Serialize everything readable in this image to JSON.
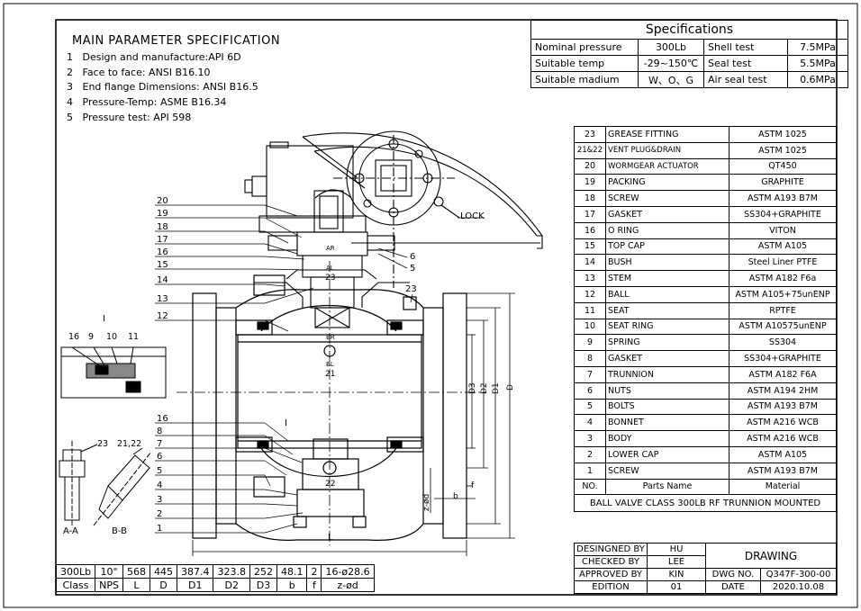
{
  "main_params": {
    "title": "MAIN PARAMETER SPECIFICATION",
    "items": [
      {
        "num": "1",
        "text": "Design and manufacture:API 6D"
      },
      {
        "num": "2",
        "text": "Face to face: ANSI B16.10"
      },
      {
        "num": "3",
        "text": "End flange Dimensions: ANSI B16.5"
      },
      {
        "num": "4",
        "text": "Pressure-Temp: ASME B16.34"
      },
      {
        "num": "5",
        "text": "Pressure test: API 598"
      }
    ]
  },
  "specifications": {
    "title": "Specifications",
    "rows": [
      [
        "Nominal pressure",
        "300Lb",
        "Shell test",
        "7.5MPa"
      ],
      [
        "Suitable temp",
        "-29~150℃",
        "Seal test",
        "5.5MPa"
      ],
      [
        "Suitable madium",
        "W、O、G",
        "Air seal test",
        "0.6MPa"
      ]
    ]
  },
  "parts": [
    {
      "no": "23",
      "name": "GREASE FITTING",
      "material": "ASTM 1025"
    },
    {
      "no": "21&22",
      "name": "VENT PLUG&DRAIN",
      "material": "ASTM 1025"
    },
    {
      "no": "20",
      "name": "WORMGEAR ACTUATOR",
      "material": "QT450"
    },
    {
      "no": "19",
      "name": "PACKING",
      "material": "GRAPHITE"
    },
    {
      "no": "18",
      "name": "SCREW",
      "material": "ASTM A193 B7M"
    },
    {
      "no": "17",
      "name": "GASKET",
      "material": "SS304+GRAPHITE"
    },
    {
      "no": "16",
      "name": "O RING",
      "material": "VITON"
    },
    {
      "no": "15",
      "name": "TOP CAP",
      "material": "ASTM A105"
    },
    {
      "no": "14",
      "name": "BUSH",
      "material": "Steel Liner PTFE"
    },
    {
      "no": "13",
      "name": "STEM",
      "material": "ASTM A182 F6a"
    },
    {
      "no": "12",
      "name": "BALL",
      "material": "ASTM A105+75unENP"
    },
    {
      "no": "11",
      "name": "SEAT",
      "material": "RPTFE"
    },
    {
      "no": "10",
      "name": "SEAT RING",
      "material": "ASTM A10575unENP"
    },
    {
      "no": "9",
      "name": "SPRING",
      "material": "SS304"
    },
    {
      "no": "8",
      "name": "GASKET",
      "material": "SS304+GRAPHITE"
    },
    {
      "no": "7",
      "name": "TRUNNION",
      "material": "ASTM A182 F6A"
    },
    {
      "no": "6",
      "name": "NUTS",
      "material": "ASTM A194 2HM"
    },
    {
      "no": "5",
      "name": "BOLTS",
      "material": "ASTM A193 B7M"
    },
    {
      "no": "4",
      "name": "BONNET",
      "material": "ASTM A216 WCB"
    },
    {
      "no": "3",
      "name": "BODY",
      "material": "ASTM A216 WCB"
    },
    {
      "no": "2",
      "name": "LOWER CAP",
      "material": "ASTM A105"
    },
    {
      "no": "1",
      "name": "SCREW",
      "material": "ASTM A193 B7M"
    }
  ],
  "parts_header": {
    "no": "NO.",
    "name": "Parts Name",
    "material": "Material"
  },
  "drawing_title": "BALL VALVE CLASS 300LB RF TRUNNION MOUNTED",
  "title_block": {
    "designed_label": "DESINGNED BY",
    "designed_value": "HU",
    "checked_label": "CHECKED BY",
    "checked_value": "LEE",
    "approved_label": "APPROVED BY",
    "approved_value": "KIN",
    "edition_label": "EDITION",
    "edition_value": "01",
    "drawing_label": "DRAWING",
    "dwg_no_label": "DWG NO.",
    "dwg_no_value": "Q347F-300-00",
    "date_label": "DATE",
    "date_value": "2020.10.08"
  },
  "dimensions": {
    "values": [
      "300Lb",
      "10\"",
      "568",
      "445",
      "387.4",
      "323.8",
      "252",
      "48.1",
      "2",
      "16-ø28.6"
    ],
    "headers": [
      "Class",
      "NPS",
      "L",
      "D",
      "D1",
      "D2",
      "D3",
      "b",
      "f",
      "z-ød"
    ]
  },
  "callouts": {
    "upper_left": [
      "20",
      "19",
      "18",
      "17",
      "16",
      "15",
      "14",
      "13",
      "12"
    ],
    "lower_left": [
      "16",
      "8",
      "7",
      "6",
      "5",
      "4",
      "3",
      "2",
      "1"
    ],
    "right_top": [
      "6",
      "5"
    ],
    "grease": "23",
    "stem_23": "23",
    "vent_21": "21",
    "drain_22": "22",
    "lock": "LOCK",
    "ar": "AR",
    "al": "AL",
    "br": "BR",
    "bl": "BL",
    "detail_i": "I",
    "detail_nums": [
      "16",
      "9",
      "10",
      "11"
    ],
    "aa_label": "A-A",
    "bb_label": "B-B",
    "aa_num": "23",
    "bb_num": "21,22",
    "dim_L": "L",
    "dim_D3": "D3",
    "dim_D2": "D2",
    "dim_D1": "D1",
    "dim_D": "D",
    "dim_b": "b",
    "dim_f": "f",
    "dim_zd": "z-ød"
  }
}
